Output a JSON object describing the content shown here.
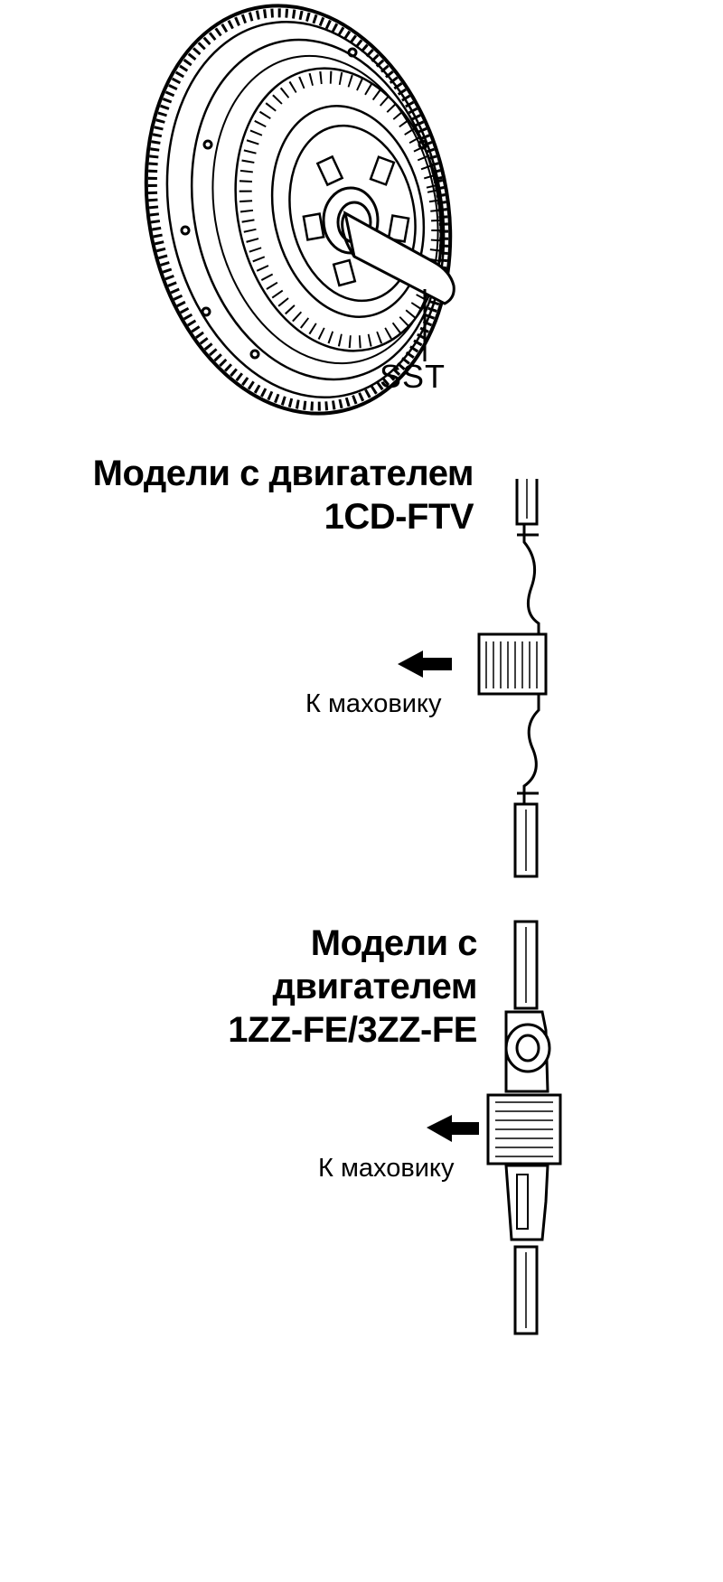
{
  "figure1": {
    "tool_label": "SST"
  },
  "figure2": {
    "heading_lines": [
      "Модели с двигателем",
      "1CD-FTV"
    ],
    "direction_label": "К маховику"
  },
  "figure3": {
    "heading_lines": [
      "Модели с",
      "двигателем",
      "1ZZ-FE/3ZZ-FE"
    ],
    "direction_label": "К маховику"
  }
}
